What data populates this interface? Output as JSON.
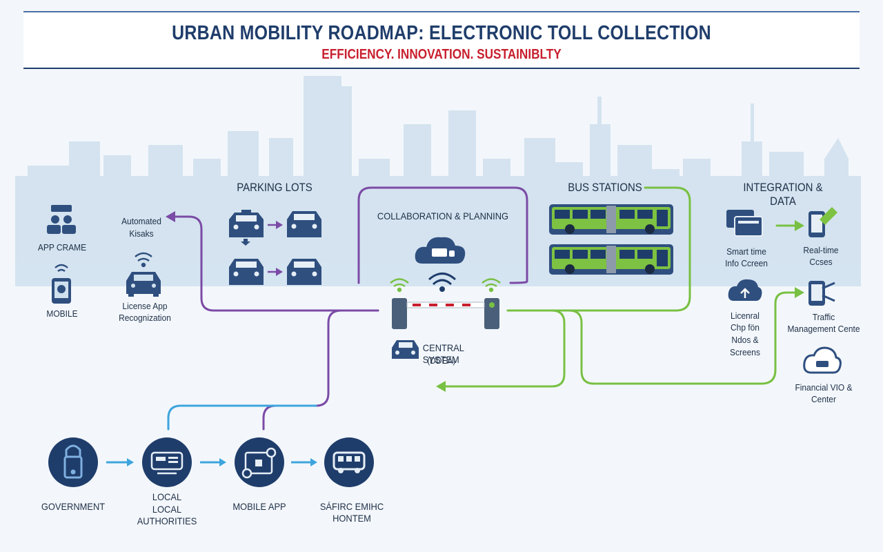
{
  "header": {
    "title": "URBAN MOBILITY ROADMAP: ELECTRONIC TOLL COLLECTION",
    "subtitle": "EFFICIENCY. INNOVATION. SUSTAINIBLTY"
  },
  "colors": {
    "navy": "#1f3d6b",
    "red": "#c8202e",
    "purple": "#7b4aa6",
    "green": "#78c043",
    "blue": "#3da5dd",
    "skyline": "#cfe0ee"
  },
  "left_panel": {
    "app_label": "APP CRAME",
    "mobile_label": "MOBILE",
    "kiosks_label_1": "Automated",
    "kiosks_label_2": "Kisaks",
    "license_label_1": "License App",
    "license_label_2": "Recognization"
  },
  "parking": {
    "title": "PARKING LOTS"
  },
  "collab": {
    "title": "COLLABORATION & PLANNING",
    "central_1": "CENTRAL SYSTEM",
    "central_2": "(DDEA)"
  },
  "bus": {
    "title": "BUS STATIONS"
  },
  "integration": {
    "title": "INTEGRATION & DATA",
    "smart_1": "Smart time",
    "smart_2": "Info Ccreen",
    "realtime_1": "Real-time",
    "realtime_2": "Ccses",
    "licenal_1": "Licenral",
    "licenal_2": "Chp fön",
    "licenal_3": "Ndos &",
    "licenal_4": "Screens",
    "traffic_1": "Traffic",
    "traffic_2": "Management Cente",
    "financial_1": "Financial VIO &",
    "financial_2": "Center"
  },
  "flow": {
    "gov": "GOVERNMENT",
    "local_1": "LOCAL",
    "local_2": "LOCAL AUTHORITIES",
    "mobile_app": "MOBILE APP",
    "system": "SÁFIRC EMIHC HONTEM"
  }
}
